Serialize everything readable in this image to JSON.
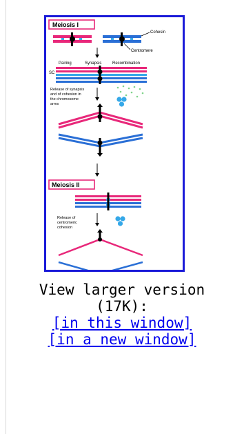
{
  "figure": {
    "panel1_label": "Meiosis I",
    "panel2_label": "Meiosis II",
    "label_cohesin": "Cohesin",
    "label_centromere": "Centromere",
    "label_pairing": "Pairing",
    "label_synapsis": "Synapsis",
    "label_recombination": "Recombination",
    "label_sc": "SC",
    "release_line1": "Release of synapsis",
    "release_line2": "and of cohesion in",
    "release_line3": "the chromosome",
    "release_line4": "arms",
    "release2_line1": "Release of",
    "release2_line2": "centromeric",
    "release2_line3": "cohesion",
    "colors": {
      "frame": "#1a1ad8",
      "pink": "#e8287a",
      "blue": "#2a6fd6",
      "cyan": "#35a8e8",
      "green": "#7fd48a",
      "label_box": "#e8287a"
    }
  },
  "caption": {
    "line1": "View larger version",
    "line2": "(17K):",
    "link_same_window": "[in this window]",
    "link_new_window": "[in a new window]"
  }
}
